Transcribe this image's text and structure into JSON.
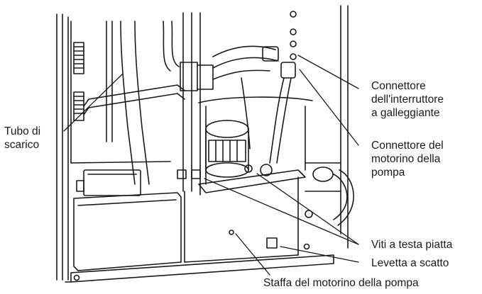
{
  "labels": {
    "tubo_di_scarico": {
      "line1": "Tubo di",
      "line2": "scarico"
    },
    "connettore_interruttore": {
      "line1": "Connettore",
      "line2": "dell'interruttore",
      "line3": "a galleggiante"
    },
    "connettore_motorino": {
      "line1": "Connettore del",
      "line2": "motorino della",
      "line3": "pompa"
    },
    "viti": "Viti a testa piatta",
    "levetta": "Levetta a scatto",
    "staffa": "Staffa del motorino della pompa"
  },
  "colors": {
    "line": "#1a1a1a",
    "background": "#ffffff"
  }
}
